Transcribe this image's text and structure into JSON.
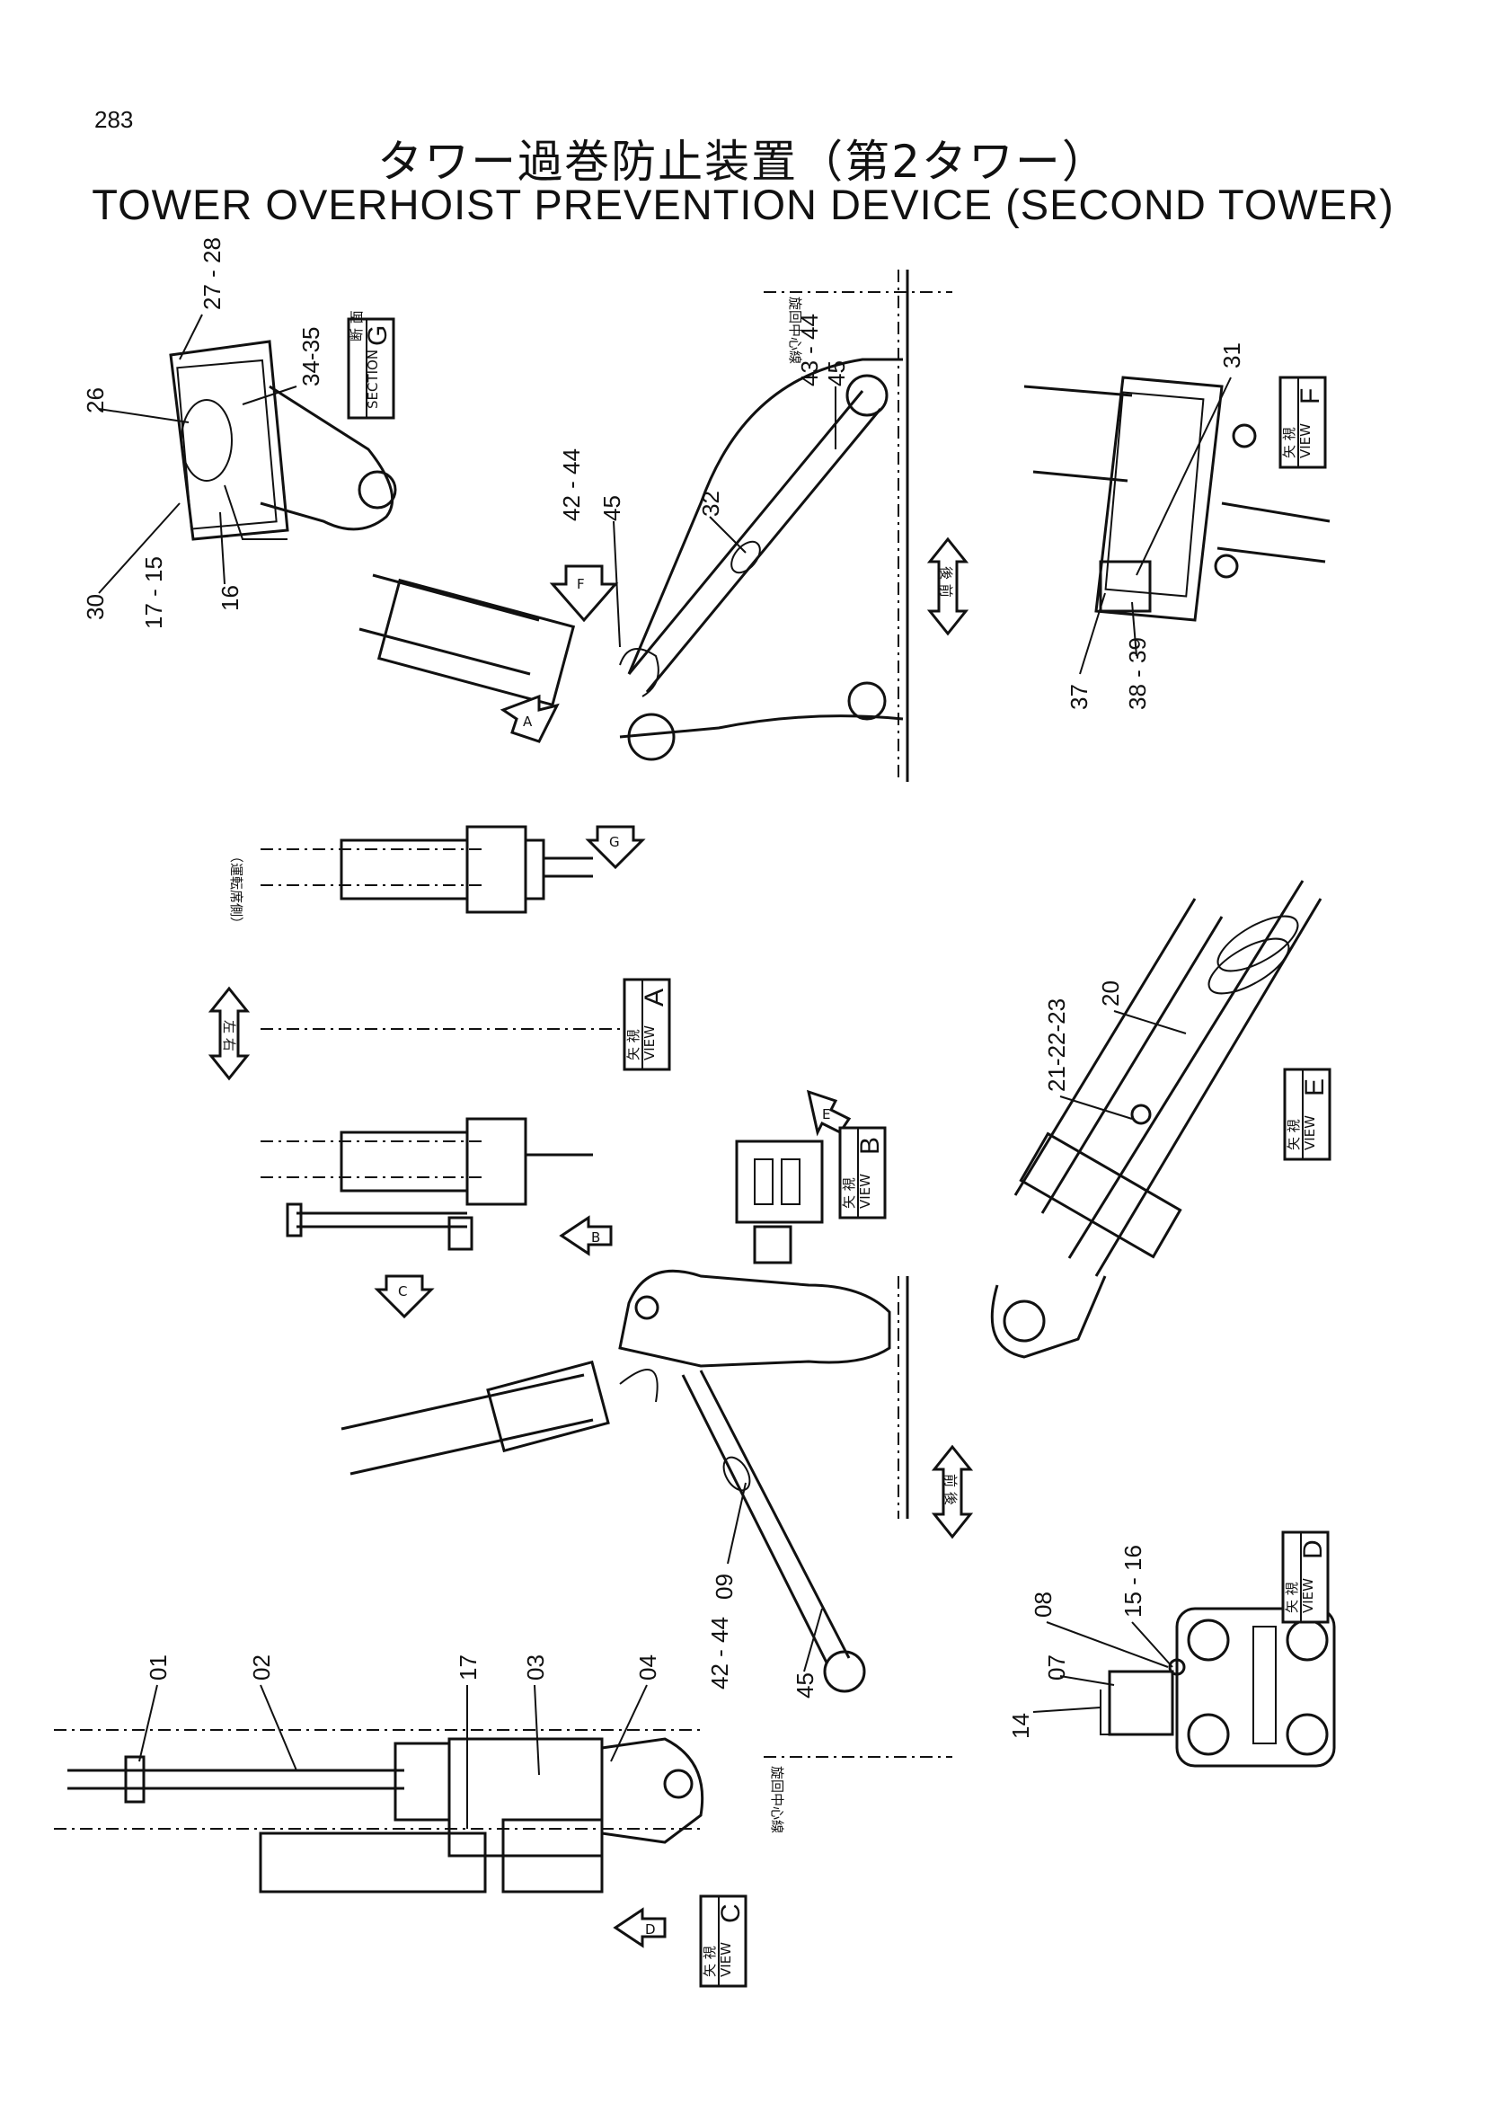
{
  "header": {
    "page_number": "283",
    "title_jp": "タワー過巻防止装置（第2タワー）",
    "title_en": "TOWER OVERHOIST PREVENTION DEVICE (SECOND TOWER)"
  },
  "view_labels": {
    "section_g": {
      "prefix": "断 面",
      "sub": "SECTION",
      "letter": "G"
    },
    "view_f": {
      "prefix": "矢 視",
      "sub": "VIEW",
      "letter": "F"
    },
    "view_a": {
      "prefix": "矢 視",
      "sub": "VIEW",
      "letter": "A"
    },
    "view_b": {
      "prefix": "矢 視",
      "sub": "VIEW",
      "letter": "B"
    },
    "view_e": {
      "prefix": "矢 視",
      "sub": "VIEW",
      "letter": "E"
    },
    "view_c": {
      "prefix": "矢 視",
      "sub": "VIEW",
      "letter": "C"
    },
    "view_d": {
      "prefix": "矢 視",
      "sub": "VIEW",
      "letter": "D"
    }
  },
  "arrow_letters": {
    "f": "F",
    "a": "A",
    "g": "G",
    "b": "B",
    "c": "C",
    "e": "E",
    "d": "D"
  },
  "annotations": {
    "swing_center_top": "旋回中心線",
    "swing_center_bottom": "旋回中心線",
    "front_rear_top": "後 前",
    "front_rear_bottom": "前 後",
    "left_right": "左 右",
    "operator_side": "（運転席側）"
  },
  "part_numbers": {
    "p27_28": "27 - 28",
    "p26": "26",
    "p34_35": "34-35",
    "p30": "30",
    "p17_15_16": "17 - 15",
    "p16": "16",
    "p43_44_45": "43 - 44",
    "p45_top": "45",
    "p42_44_45_top": "42 - 44",
    "p45_top2": "45",
    "p32": "32",
    "p31": "31",
    "p37": "37",
    "p38_39": "38 - 39",
    "p21_22_23": "21-22-23",
    "p20": "20",
    "p09": "09",
    "p42_44_bottom": "42 - 44",
    "p45_bottom": "45",
    "p01": "01",
    "p02": "02",
    "p17": "17",
    "p03": "03",
    "p04": "04",
    "p08": "08",
    "p15_16": "15 - 16",
    "p14": "14",
    "p07": "07"
  }
}
